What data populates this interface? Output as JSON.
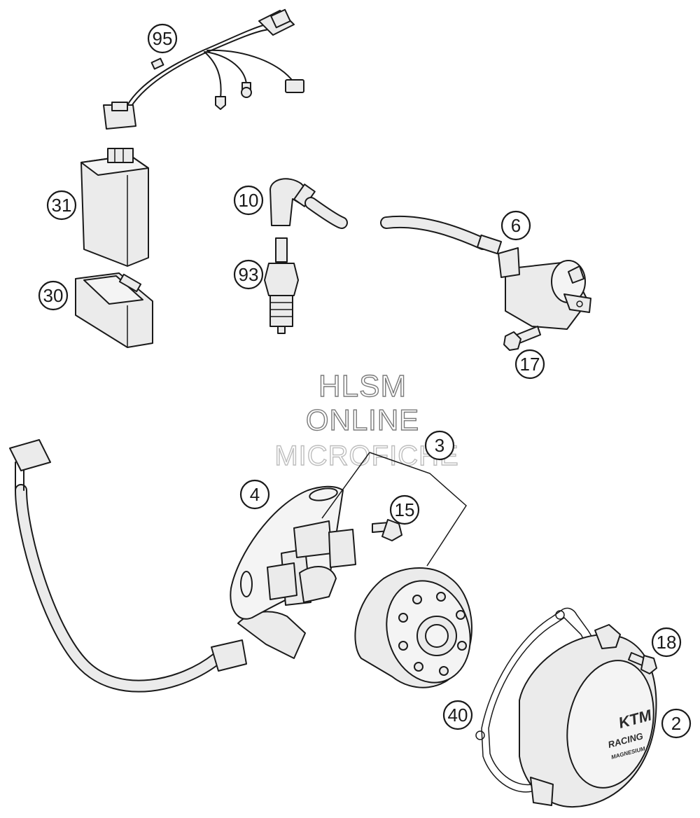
{
  "diagram": {
    "callouts": [
      {
        "id": "95",
        "label": "95"
      },
      {
        "id": "31",
        "label": "31"
      },
      {
        "id": "30",
        "label": "30"
      },
      {
        "id": "10",
        "label": "10"
      },
      {
        "id": "93",
        "label": "93"
      },
      {
        "id": "6",
        "label": "6"
      },
      {
        "id": "17",
        "label": "17"
      },
      {
        "id": "4",
        "label": "4"
      },
      {
        "id": "3",
        "label": "3"
      },
      {
        "id": "15",
        "label": "15"
      },
      {
        "id": "18",
        "label": "18"
      },
      {
        "id": "40",
        "label": "40"
      },
      {
        "id": "2",
        "label": "2"
      }
    ],
    "watermark": {
      "line1": "HLSM",
      "line2": "ONLINE",
      "line3": "MICROFICHE"
    },
    "cover_branding": {
      "logo": "KTM",
      "line1": "RACING",
      "line2": "MAGNESIUM"
    }
  }
}
